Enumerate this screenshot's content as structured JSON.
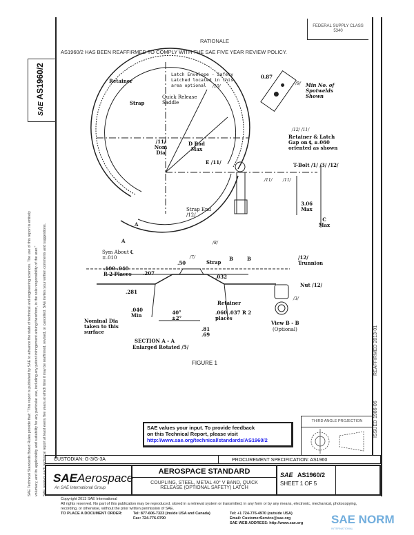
{
  "header": {
    "fed_class": "FEDERAL SUPPLY CLASS",
    "fed_class_no": "5340",
    "rationale_title": "RATIONALE",
    "rationale_text": "AS1960/2 HAS BEEN REAFFIRMED TO COMPLY WITH THE SAE FIVE YEAR REVIEW POLICY."
  },
  "side": {
    "doc_tag_logo": "SAE",
    "doc_tag": "AS1960/2",
    "disclaimer_1": "SAE Technical Standards Board Rules provide that: \"This report is published by SAE to advance the state of technical and engineering sciences. The use of this report is entirely",
    "disclaimer_2": "voluntary, and its applicability and suitability for any particular use, including any patent infringement arising therefrom, is the sole responsibility of the user.\"",
    "disclaimer_3": "SAE reviews each technical report at least every five years at which time it may be reaffirmed, revised, or cancelled. SAE invites your written comments and suggestions.",
    "issued": "ISSUED 1986-06",
    "reaffirmed": "REAFFIRMED 2013-01"
  },
  "drawing": {
    "labels": {
      "retainer": "Retainer",
      "strap": "Strap",
      "quick_release_saddle": "Quick Release Saddle",
      "latch_envelope": "Latch Envelope - Safety Latched located in this area optional",
      "n10": "/10/",
      "dim_087": "0.87",
      "n9": "/9/",
      "min_spotwelds": "Min No. of Spotwelds Shown",
      "n12_11": "/12/ /11/",
      "retainer_latch": "Retainer & Latch Gap on ℄ ±.060 oriented as shown",
      "tbolt": "T-Bolt /1/ /3/ /12/",
      "nom_dia": "/11/ Nom Dia",
      "d_rad": "D Rad Max",
      "e": "E /11/",
      "n11a": "/11/",
      "n11b": "/11/",
      "dim_306": "3.06 Max",
      "c_max": "C Max",
      "strap_end": "Strap End /12/",
      "a1": "A",
      "a2": "A",
      "n8": "/8/",
      "n7": "/7/",
      "b1": "B",
      "b2": "B",
      "trunnion": "/12/ Trunnion",
      "sym_about": "Sym About ℄ ±.010",
      "dim_50": ".50",
      "strap2": "Strap",
      "r100": ".100 .040 R 2 Places",
      "dim_207": ".207",
      "dim_032": ".032",
      "dim_281": ".281",
      "retainer2": "Retainer",
      "dim_040": ".040 Min",
      "angle": "40° ±2°",
      "r060": ".060 .037 R 2 places",
      "nominal_dia": "Nominal Dia taken to this surface",
      "dim_81": ".81 .69",
      "section": "SECTION A - A",
      "enlarged": "Enlarged Rotated /5/",
      "nut": "Nut /12/",
      "n3": "/3/",
      "view_bb": "View B - B",
      "optional": "(Optional)"
    },
    "figure_caption": "FIGURE 1"
  },
  "feedback": {
    "line1": "SAE values your input. To provide feedback",
    "line2": "on this Technical Report, please visit",
    "link": "http://www.sae.org/technical/standards/AS1960/2"
  },
  "projection": {
    "title": "THIRD ANGLE PROJECTION"
  },
  "title_block": {
    "custodian": "CUSTODIAN: G-3/G-3A",
    "procurement": "PROCUREMENT SPECIFICATION: AS1960",
    "logo_sae": "SAE",
    "logo_aerospace": "Aerospace",
    "logo_sub": "An SAE International Group",
    "standard": "AEROSPACE STANDARD",
    "title_line1": "COUPLING, STEEL, METAL 40° V BAND, QUICK",
    "title_line2": "RELEASE (OPTIONAL SAFETY) LATCH",
    "doc_logo": "SAE",
    "doc_no": "AS1960/2",
    "sheet": "SHEET 1 OF 5"
  },
  "footer": {
    "copyright": "Copyright 2013 SAE International",
    "rights": "All rights reserved. No part of this publication may be reproduced, stored in a retrieval system or transmitted, in any form or by any means, electronic, mechanical, photocopying,",
    "rights2": "recording, or otherwise, without the prior written permission of SAE.",
    "order_label": "TO PLACE A DOCUMENT ORDER:",
    "tel_us": "Tel: 877-606-7323 (inside USA and Canada)",
    "fax": "Fax: 724-776-0790",
    "tel_intl": "Tel: +1 724-776-4970 (outside USA)",
    "email": "Email: CustomerService@sae.org",
    "web": "SAE WEB ADDRESS: http://www.sae.org",
    "watermark": "SAE NORM",
    "watermark_sub": "INTERNATIONAL"
  }
}
